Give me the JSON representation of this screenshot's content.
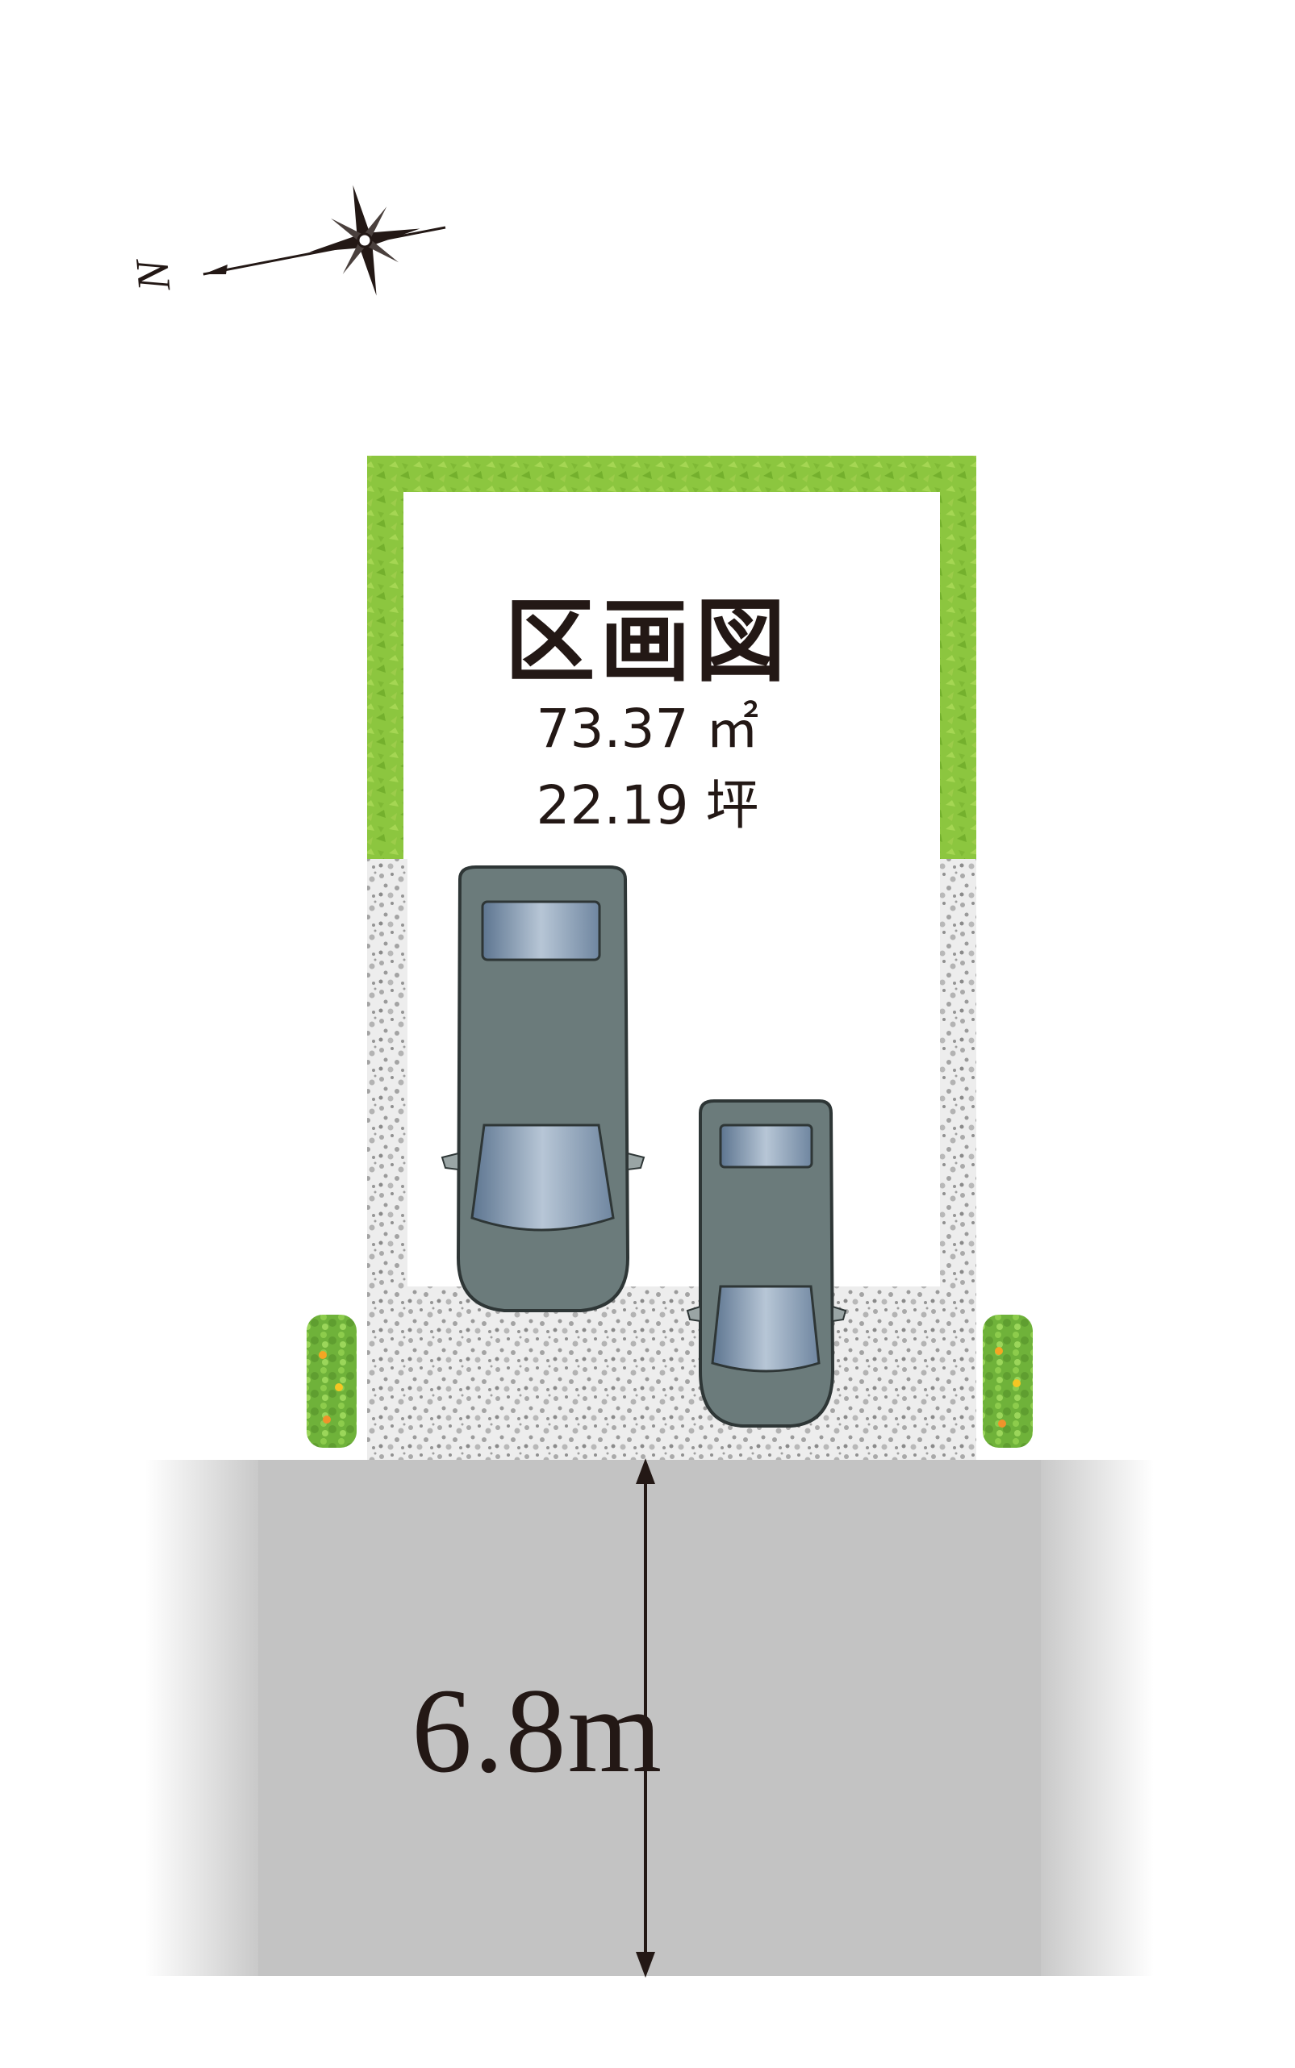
{
  "plot": {
    "title": "区画図",
    "area_sqm": "73.37 ㎡",
    "area_tsubo": "22.19 坪"
  },
  "road": {
    "width_label": "6.8m"
  },
  "compass": {
    "north_label": "N",
    "icon": "compass-rose-icon"
  },
  "colors": {
    "hedge_green": "#8cc63f",
    "car_body": "#6b7b7b",
    "car_glass": "#8fa6b8",
    "road_gray": "#c8c8c8",
    "gravel": "#b5b5b5",
    "text": "#231815"
  }
}
